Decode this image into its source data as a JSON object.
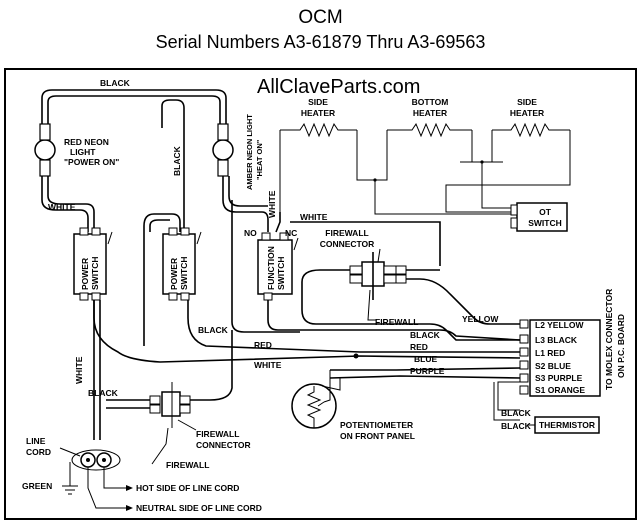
{
  "header": {
    "title": "OCM",
    "subtitle": "Serial Numbers A3-61879 Thru A3-69563"
  },
  "watermark": "AllClaveParts.com",
  "heaters": [
    "SIDE HEATER",
    "BOTTOM HEATER",
    "SIDE HEATER"
  ],
  "heater_lines": [
    [
      "SIDE",
      "HEATER"
    ],
    [
      "BOTTOM",
      "HEATER"
    ],
    [
      "SIDE",
      "HEATER"
    ]
  ],
  "ot_switch": [
    "OT",
    "SWITCH"
  ],
  "red_neon": [
    "RED NEON",
    "LIGHT",
    "\"POWER ON\""
  ],
  "amber_neon": [
    "AMBER NEON LIGHT",
    "\"HEAT ON\""
  ],
  "switches": {
    "power1": [
      "POWER",
      "SWITCH"
    ],
    "power2": [
      "POWER",
      "SWITCH"
    ],
    "function": [
      "FUNCTION",
      "SWITCH"
    ],
    "no": "NO",
    "nc": "NC"
  },
  "wires": {
    "black": "BLACK",
    "white": "WHITE",
    "red": "RED",
    "blue": "BLUE",
    "purple": "PURPLE",
    "yellow": "YELLOW"
  },
  "connector_upper": [
    "FIREWALL",
    "CONNECTOR"
  ],
  "firewall": "FIREWALL",
  "connector_lower": [
    "FIREWALL",
    "CONNECTOR"
  ],
  "molex_pins": [
    "L2 YELLOW",
    "L3 BLACK",
    "L1 RED",
    "S2 BLUE",
    "S3 PURPLE",
    "S1 ORANGE"
  ],
  "molex_note": [
    "TO MOLEX CONNECTOR",
    "ON P.C. BOARD"
  ],
  "thermistor": "THERMISTOR",
  "potentiometer": [
    "POTENTIOMETER",
    "ON FRONT PANEL"
  ],
  "line_cord": [
    "LINE",
    "CORD"
  ],
  "green": "GREEN",
  "hot_side": "HOT SIDE OF LINE CORD",
  "neutral_side": "NEUTRAL SIDE OF LINE CORD"
}
